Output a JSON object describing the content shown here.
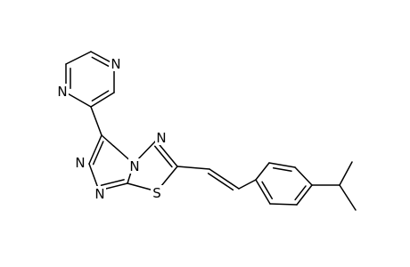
{
  "diagram": {
    "atoms": [
      {
        "id": "N_pz1",
        "symbol": "N"
      },
      {
        "id": "N_pz4",
        "symbol": "N"
      },
      {
        "id": "N_tz_top",
        "symbol": "N"
      },
      {
        "id": "N_tz_left1",
        "symbol": "N"
      },
      {
        "id": "N_tz_left2",
        "symbol": "N"
      },
      {
        "id": "N_td",
        "symbol": "N"
      },
      {
        "id": "S_td",
        "symbol": "S"
      }
    ],
    "colors": {
      "bond": "#000000",
      "label": "#000000",
      "background": "#ffffff"
    }
  }
}
